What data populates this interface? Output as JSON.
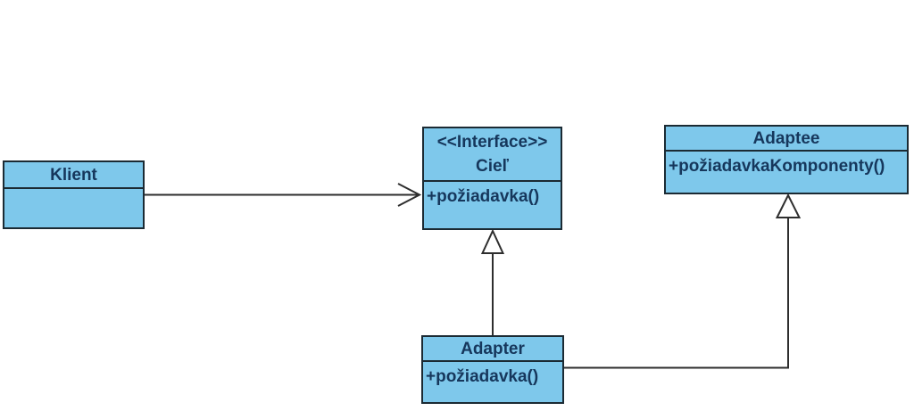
{
  "diagram": {
    "type": "uml-class-diagram",
    "pattern": "Adapter",
    "colors": {
      "background": "#ffffff",
      "box_fill": "#7ec8eb",
      "box_border": "#1b2a33",
      "text": "#16375c",
      "connector": "#2e2e2e",
      "arrowhead_fill": "#ffffff"
    },
    "classes": {
      "klient": {
        "name": "Klient",
        "method": ""
      },
      "ciel": {
        "stereotype": "<<Interface>>",
        "name": "Cieľ",
        "method": "+požiadavka()"
      },
      "adaptee": {
        "name": "Adaptee",
        "method": "+požiadavkaKomponenty()"
      },
      "adapter": {
        "name": "Adapter",
        "method": "+požiadavka()"
      }
    },
    "relations": [
      {
        "from": "Klient",
        "to": "Cieľ",
        "type": "directed-association-open-arrow"
      },
      {
        "from": "Adapter",
        "to": "Cieľ",
        "type": "generalization-hollow-triangle"
      },
      {
        "from": "Adapter",
        "to": "Adaptee",
        "type": "generalization-hollow-triangle"
      }
    ]
  }
}
